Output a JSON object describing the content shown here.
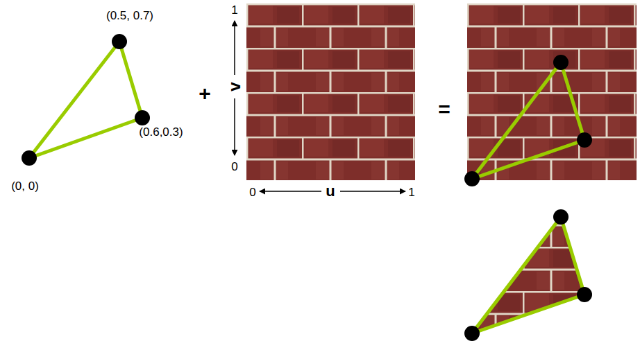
{
  "diagram": {
    "labels": [
      "(0.5, 0.7)",
      "1",
      "+",
      "v",
      "=",
      "(0.6,0.3)",
      "0",
      "(0, 0)",
      "0",
      "u",
      "1"
    ]
  }
}
